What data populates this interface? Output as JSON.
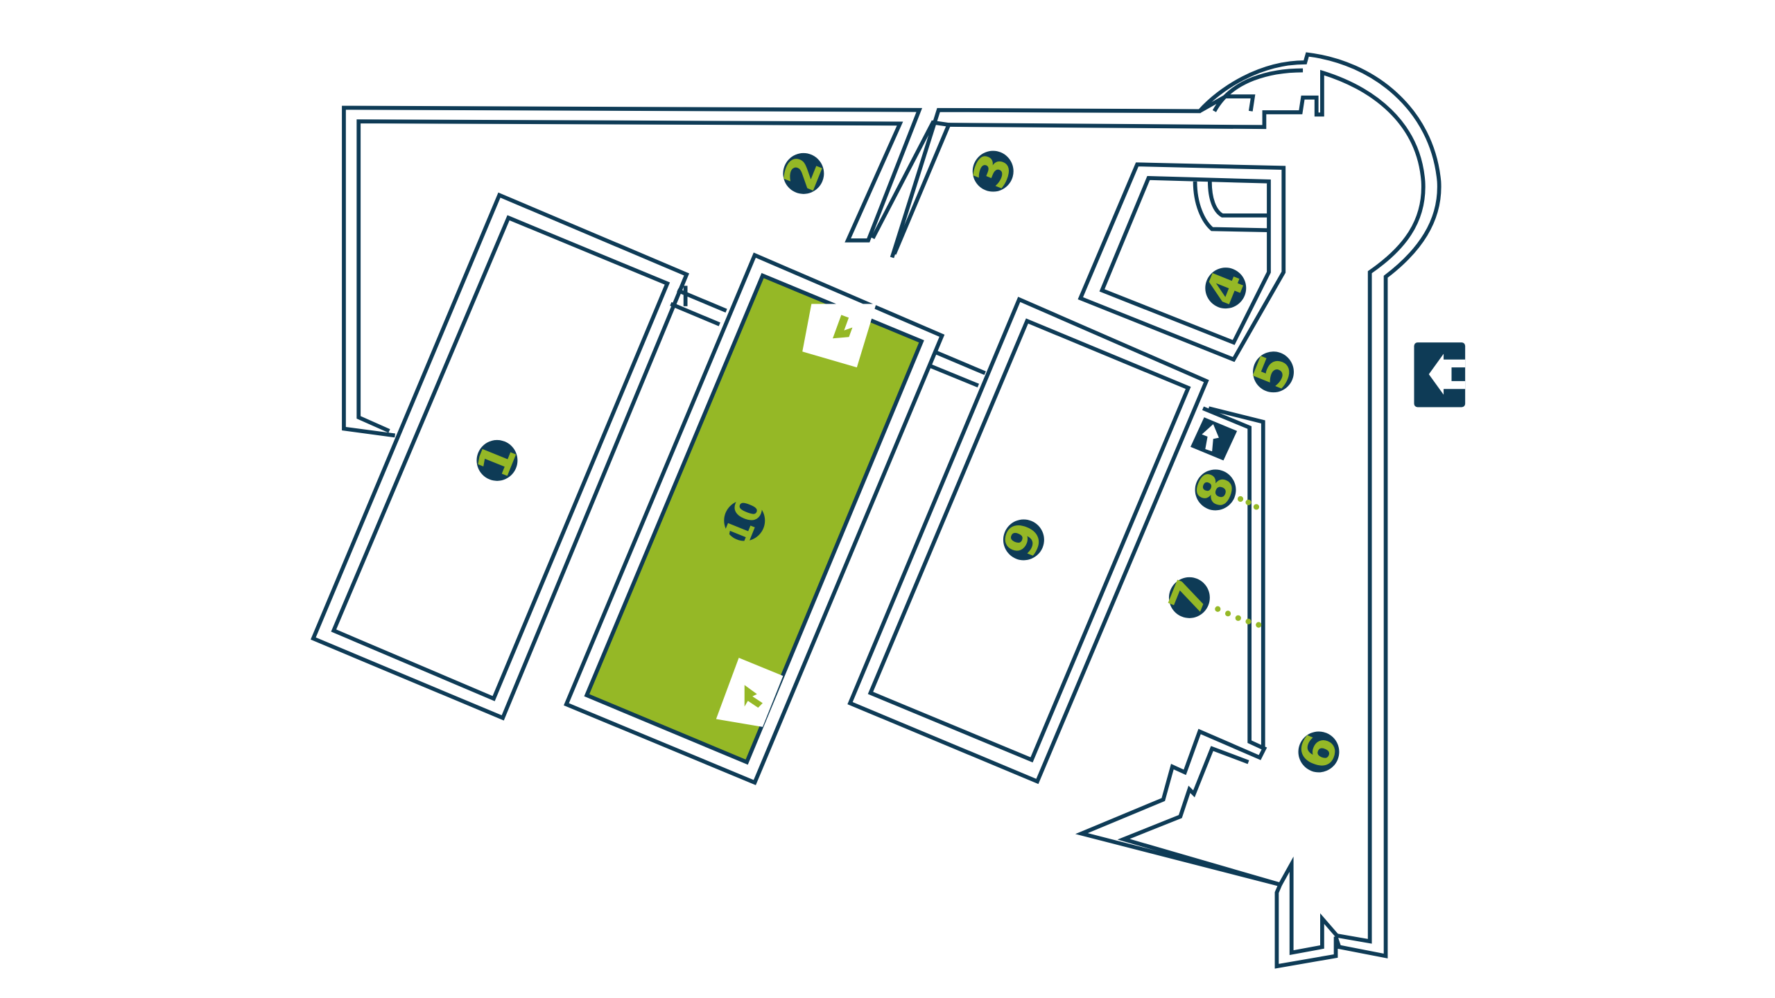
{
  "map": {
    "colors": {
      "line": "#0e3b56",
      "highlight": "#95b826",
      "background": "#ffffff",
      "marker_fill": "#0e3b56",
      "marker_text": "#95b826"
    },
    "highlighted_room": "10",
    "markers": [
      {
        "id": "1",
        "label": "1"
      },
      {
        "id": "2",
        "label": "2"
      },
      {
        "id": "3",
        "label": "3"
      },
      {
        "id": "4",
        "label": "4"
      },
      {
        "id": "5",
        "label": "5"
      },
      {
        "id": "6",
        "label": "6"
      },
      {
        "id": "7",
        "label": "7"
      },
      {
        "id": "8",
        "label": "8"
      },
      {
        "id": "9",
        "label": "9"
      },
      {
        "id": "10",
        "label": "10"
      }
    ],
    "icons": {
      "exit": "exit-arrow-icon",
      "stairs": "stairs-up-icon",
      "entrance": "entrance-arrow-icon"
    }
  }
}
